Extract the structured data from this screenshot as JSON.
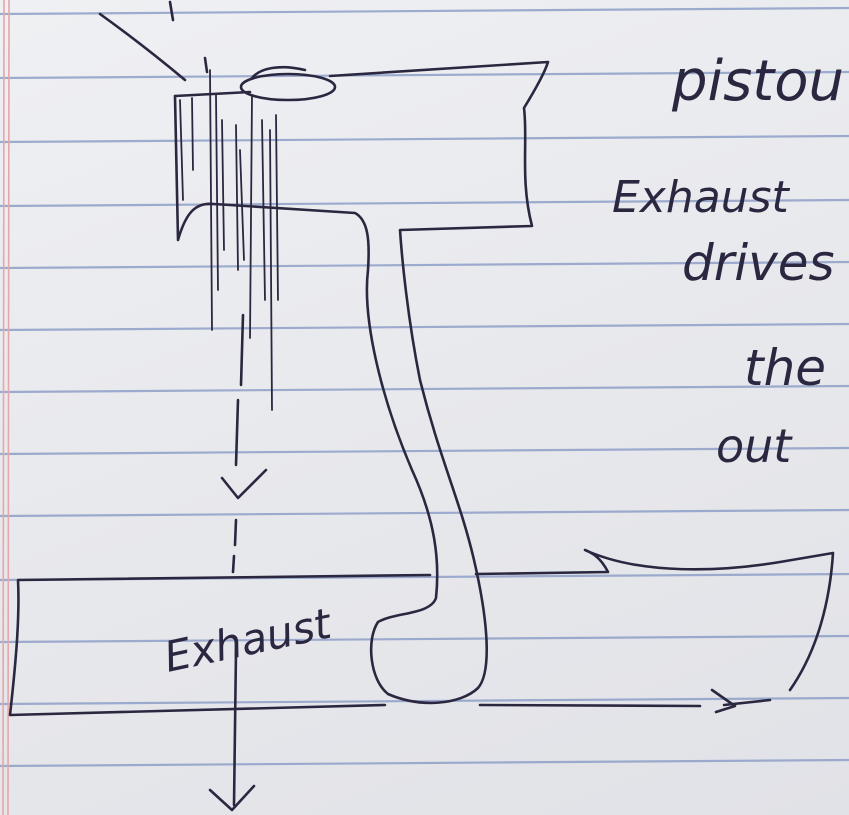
{
  "paper": {
    "background": "#ecedf0",
    "rule_color": "#8ea0c8",
    "margin_color": "#e7a6a9",
    "ink_color": "#2c2740"
  },
  "annotations": {
    "piston": "pistou",
    "exhaust_top": "Exhaust",
    "drives": "drives",
    "the": "the",
    "out": "out",
    "exhaust_bottom": "Exhaust"
  }
}
